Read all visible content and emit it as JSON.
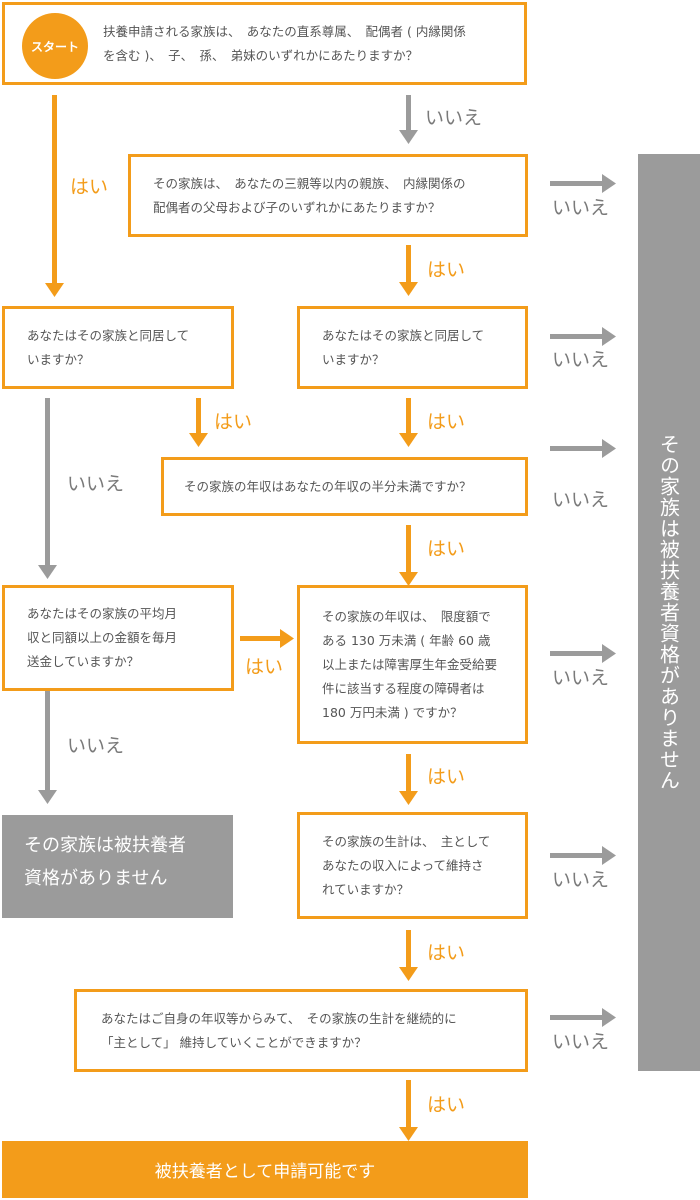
{
  "start": {
    "badge": "スタート",
    "question": "扶養申請される家族は、　あなたの直系尊属、　配偶者 ( 内縁関係\nを含む )、　子、　孫、　弟妹のいずれかにあたりますか？"
  },
  "q2": "その家族は、　あなたの三親等以内の親族、　内縁関係の\n配偶者の父母および子のいずれかにあたりますか？",
  "q3_left": "あなたはその家族と同居して\nいますか？",
  "q3_right": "あなたはその家族と同居して\nいますか？",
  "q4": "その家族の年収はあなたの年収の半分未満ですか？",
  "q5_left": "あなたはその家族の平均月\n収と同額以上の金額を毎月\n送金していますか？",
  "q5_right": "その家族の年収は、　限度額で\nある 130 万未満 ( 年齢 60 歳\n以上または障害厚生年金受給要\n件に該当する程度の障碍者は\n180 万円未満 ) ですか？",
  "q6": "その家族の生計は、　主として\nあなたの収入によって維持さ\nれていますか？",
  "q7": "あなたはご自身の年収等からみて、　その家族の生計を継続的に\n「主として」 維持していくことができますか？",
  "result_ok": "被扶養者として申請可能です",
  "result_ng_left": "その家族は被扶養者\n資格がありません",
  "result_ng_right": "その家族は被扶養者資格がありません",
  "labels": {
    "yes": "はい",
    "no": "いいえ"
  },
  "colors": {
    "orange": "#f39c1a",
    "gray": "#9b9b9b"
  }
}
